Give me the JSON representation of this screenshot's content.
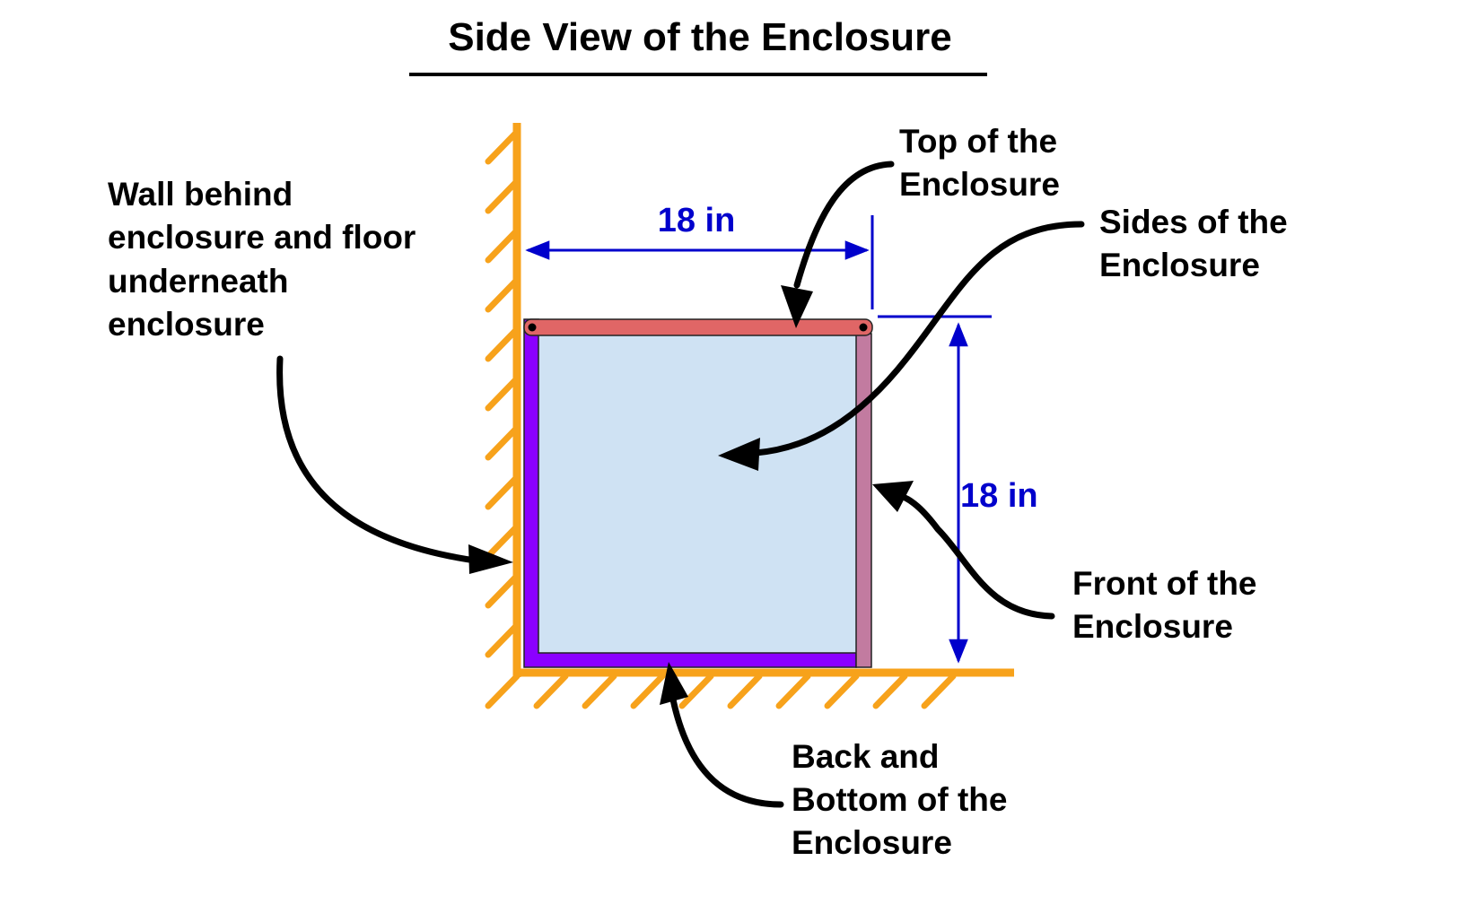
{
  "title": "Side View of the Enclosure",
  "labels": {
    "top": [
      "Top of the",
      "Enclosure"
    ],
    "sides": [
      "Sides of the",
      "Enclosure"
    ],
    "wall": [
      "Wall behind",
      "enclosure and floor",
      "underneath",
      "enclosure"
    ],
    "front": [
      "Front of the",
      "Enclosure"
    ],
    "back": [
      "Back and",
      "Bottom of the",
      "Enclosure"
    ]
  },
  "dimensions": {
    "width": "18 in",
    "height": "18 in"
  },
  "colors": {
    "wall_floor": "#F7A21B",
    "back_bottom": "#8B00FF",
    "top": "#E06666",
    "front": "#C27BA0",
    "sides_fill": "#CFE2F3",
    "dimension": "#0000CC",
    "arrow": "#000000"
  }
}
